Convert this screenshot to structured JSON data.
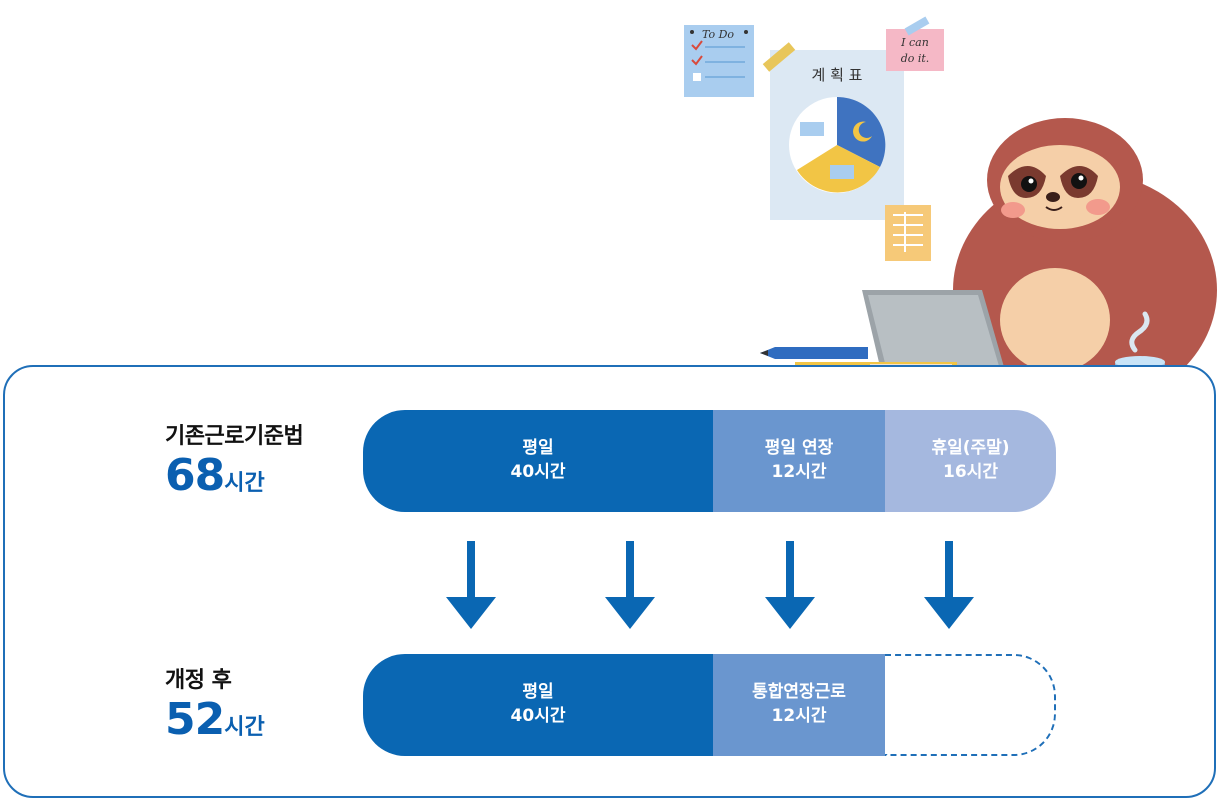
{
  "illustration": {
    "todo_note": "To Do",
    "plan_sheet": "계 획 표",
    "sticky_note_line1": "I can",
    "sticky_note_line2": "do it."
  },
  "before": {
    "title": "기존근로기준법",
    "hours_number": "68",
    "hours_unit": "시간",
    "segments": [
      {
        "name": "평일",
        "hours": "40시간",
        "color": "#0a67b3"
      },
      {
        "name": "평일 연장",
        "hours": "12시간",
        "color": "#6a96cf"
      },
      {
        "name": "휴일(주말)",
        "hours": "16시간",
        "color": "#a5b8df"
      }
    ]
  },
  "after": {
    "title": "개정 후",
    "hours_number": "52",
    "hours_unit": "시간",
    "segments": [
      {
        "name": "평일",
        "hours": "40시간",
        "color": "#0a67b3"
      },
      {
        "name": "통합연장근로",
        "hours": "12시간",
        "color": "#6a96cf"
      }
    ]
  },
  "colors": {
    "accent": "#0a5fb0",
    "border": "#1f6fb8",
    "arrow": "#0a67b3"
  }
}
